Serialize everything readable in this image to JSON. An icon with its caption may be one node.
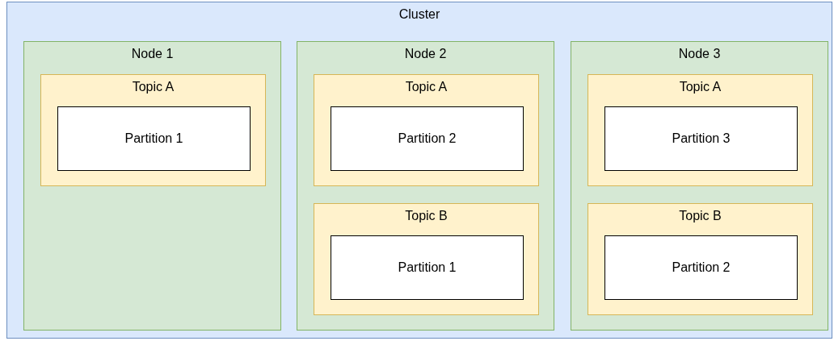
{
  "diagram": {
    "nodes": [
      {
        "text": [
          "Cluster"
        ]
      },
      {
        "text": [
          "Node 1"
        ],
        "in": 0
      },
      {
        "text": [
          "Topic A"
        ],
        "in": 1
      },
      {
        "text": [
          "Partition 1"
        ],
        "in": 2
      },
      {
        "text": [
          "Node 2"
        ],
        "in": 0
      },
      {
        "text": [
          "Topic A"
        ],
        "in": 4
      },
      {
        "text": [
          "Partition 2"
        ],
        "in": 5
      },
      {
        "text": [
          "Topic B"
        ],
        "in": 4
      },
      {
        "text": [
          "Partition 1"
        ],
        "in": 7
      },
      {
        "text": [
          "Node 3"
        ],
        "in": 0
      },
      {
        "text": [
          "Topic A"
        ],
        "in": 9
      },
      {
        "text": [
          "Partition 3"
        ],
        "in": 10
      },
      {
        "text": [
          "Topic B"
        ],
        "in": 9
      },
      {
        "text": [
          "Partition 2"
        ],
        "in": 12
      }
    ]
  }
}
